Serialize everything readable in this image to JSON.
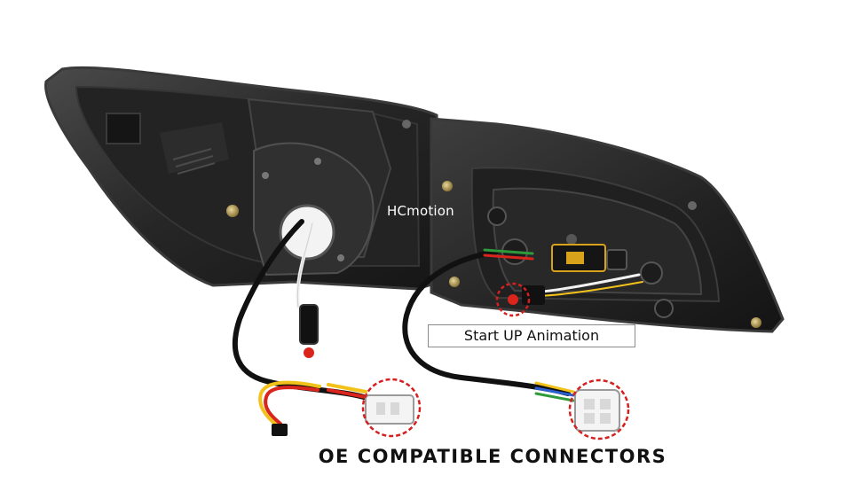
{
  "photo": {
    "watermark": "HCmotion",
    "callout_label": "Start UP Animation",
    "caption": "OE COMPATIBLE CONNECTORS",
    "colors": {
      "housing": "#1e1e1e",
      "housing_edge": "#3a3a3a",
      "highlight_circle": "#d62020",
      "wire_red": "#d9251c",
      "wire_yellow": "#f2c21b",
      "wire_green": "#2e9a3a",
      "wire_blue": "#2a5fd0",
      "connector": "#f4f4f4"
    }
  }
}
